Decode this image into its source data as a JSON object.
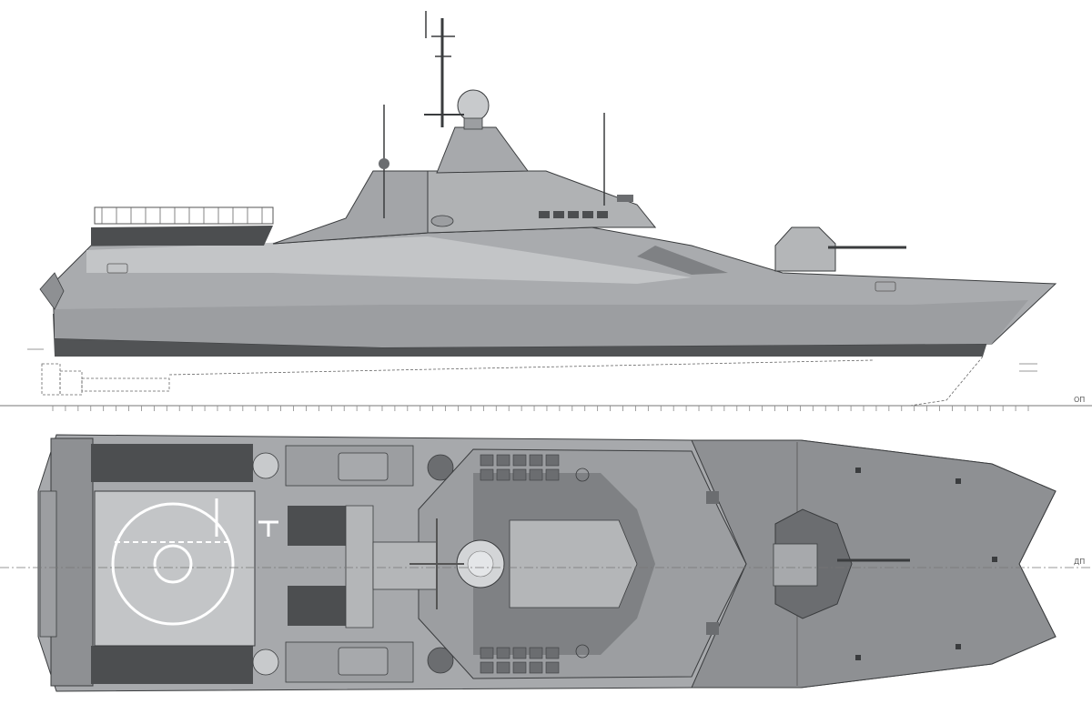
{
  "drawing": {
    "kind": "ship-blueprint",
    "views": [
      "side-elevation",
      "top-plan"
    ],
    "baseline_label": "ОП",
    "centerline_label": "ДП",
    "frame_ticks": {
      "count": 78
    },
    "colors": {
      "hull_light": "#b4b6b8",
      "hull_mid": "#a3a5a8",
      "hull_dark": "#8e9093",
      "waterline_band": "#515355",
      "deck_dark": "#4c4e50",
      "outline": "#3a3c3e"
    }
  }
}
